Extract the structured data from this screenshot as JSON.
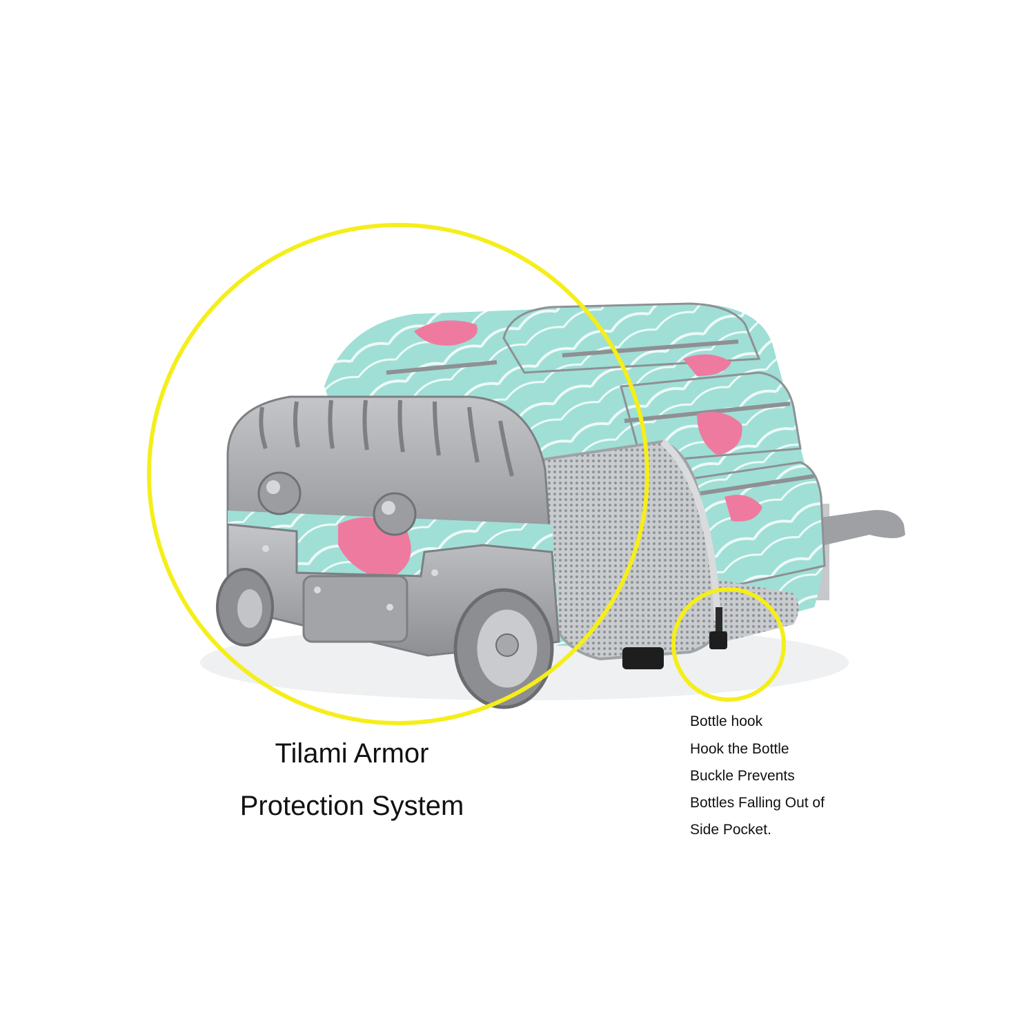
{
  "colors": {
    "highlight": "#f5ee1a",
    "fabric": "#9fdfd6",
    "fabric_light": "#c3ece6",
    "leaf": "#eefaf8",
    "flamingo": "#ef7aa0",
    "armor": "#a8aaad",
    "armor_dark": "#7d7f83",
    "mesh": "#b9bcbf",
    "zipper": "#8e9094",
    "buckle": "#1e1e1e"
  },
  "icons": {
    "armor_callout": "highlight-circle-icon",
    "hook_callout": "highlight-circle-icon"
  },
  "main_caption": {
    "line1": "Tilami Armor",
    "line2": "Protection System"
  },
  "side_caption": {
    "lines": [
      "Bottle hook",
      "Hook the Bottle",
      "Buckle Prevents",
      "Bottles Falling Out of",
      "Side Pocket."
    ]
  }
}
